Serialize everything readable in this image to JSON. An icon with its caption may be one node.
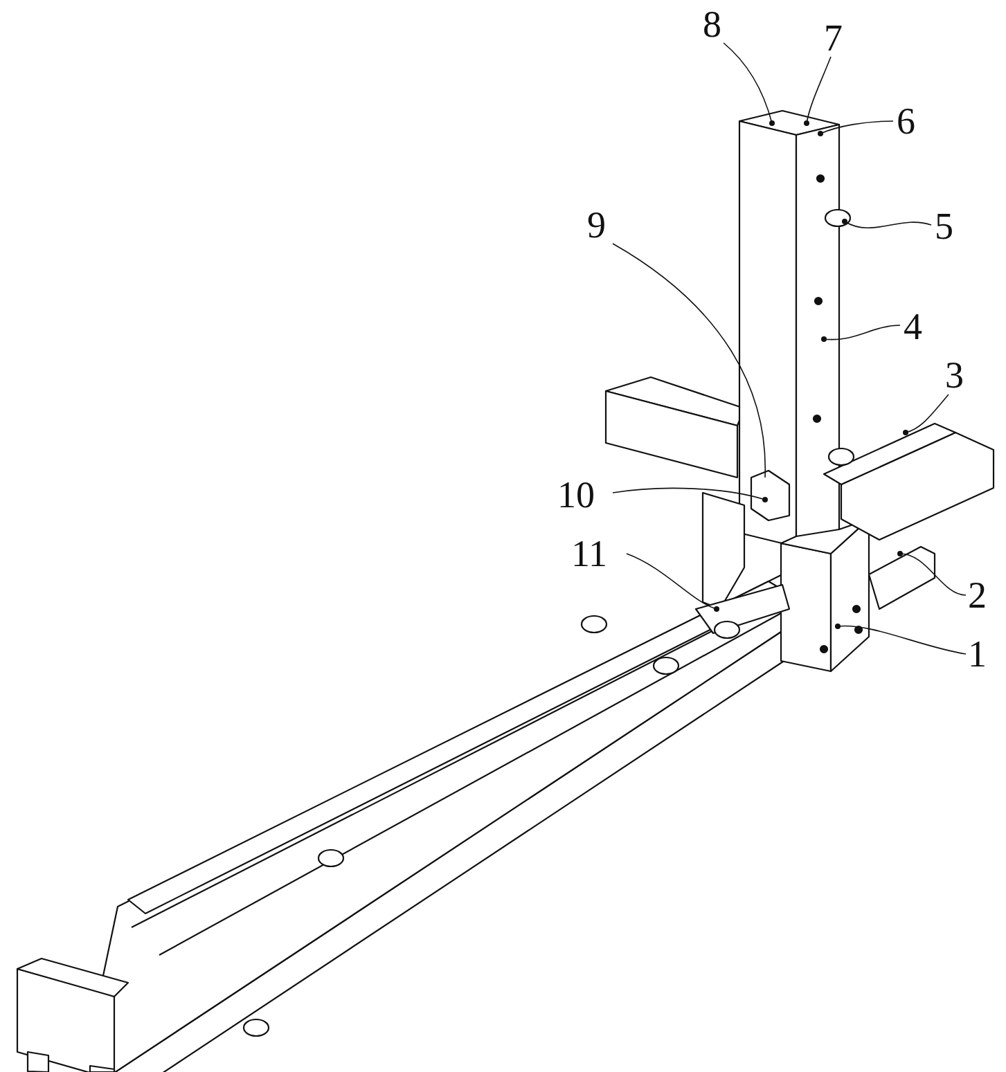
{
  "diagram": {
    "nodes": [
      {
        "text": [
          "8"
        ]
      },
      {
        "text": [
          "7"
        ]
      },
      {
        "text": [
          "6"
        ]
      },
      {
        "text": [
          "9"
        ]
      },
      {
        "text": [
          "5"
        ]
      },
      {
        "text": [
          "4"
        ]
      },
      {
        "text": [
          "3"
        ]
      },
      {
        "text": [
          "10"
        ]
      },
      {
        "text": [
          "11"
        ]
      },
      {
        "text": [
          "2"
        ]
      },
      {
        "text": [
          "1"
        ]
      }
    ],
    "edges": [
      {
        "from": 0,
        "to": null,
        "arrow": "other"
      },
      {
        "from": 1,
        "to": null,
        "arrow": "other"
      },
      {
        "from": 2,
        "to": null,
        "arrow": "other"
      },
      {
        "from": 3,
        "to": null,
        "arrow": "none"
      },
      {
        "from": 4,
        "to": null,
        "arrow": "other"
      },
      {
        "from": 5,
        "to": null,
        "arrow": "other"
      },
      {
        "from": 6,
        "to": null,
        "arrow": "other"
      },
      {
        "from": 7,
        "to": null,
        "arrow": "other"
      },
      {
        "from": 8,
        "to": null,
        "arrow": "other"
      },
      {
        "from": 9,
        "to": null,
        "arrow": "other"
      },
      {
        "from": 10,
        "to": null,
        "arrow": "other"
      }
    ]
  }
}
